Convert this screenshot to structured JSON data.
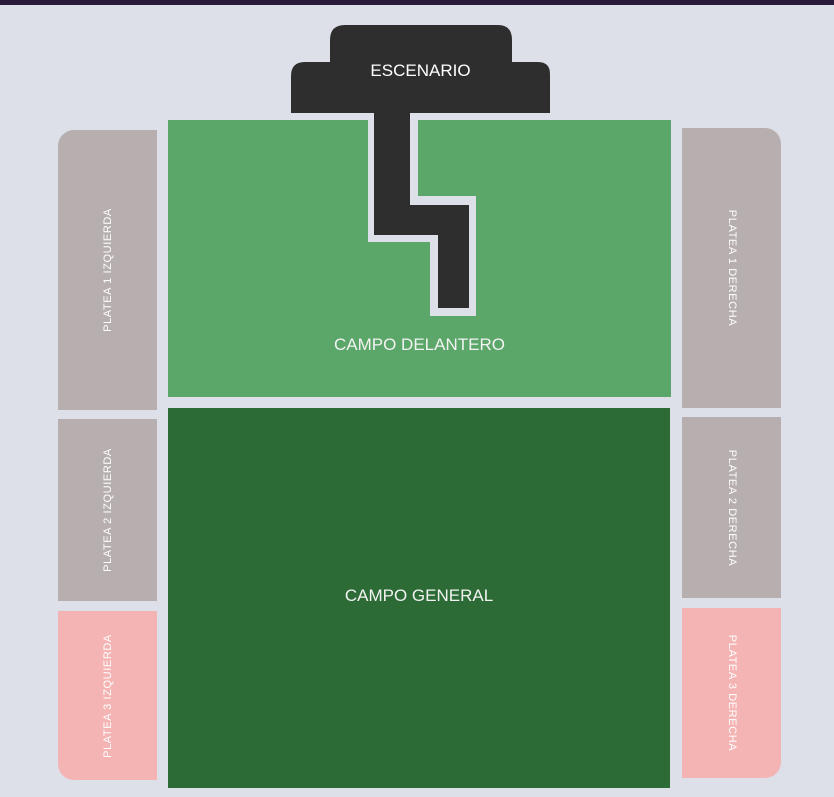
{
  "colors": {
    "background": "#dde0e8",
    "topbar": "#2a1b3d",
    "stage": "#2e2e2e",
    "campo_delantero": "#5ba669",
    "campo_general": "#2c6b36",
    "platea_gray": "#b7afaf",
    "platea_pink": "#f4b4b4"
  },
  "stage": {
    "label": "ESCENARIO"
  },
  "fields": {
    "front": {
      "label": "CAMPO DELANTERO"
    },
    "general": {
      "label": "CAMPO GENERAL"
    }
  },
  "plateas": {
    "left_1": {
      "label": "PLATEA 1 IZQUIERDA"
    },
    "left_2": {
      "label": "PLATEA 2 IZQUIERDA"
    },
    "left_3": {
      "label": "PLATEA 3 IZQUIERDA"
    },
    "right_1": {
      "label": "PLATEA 1 DERECHA"
    },
    "right_2": {
      "label": "PLATEA 2 DERECHA"
    },
    "right_3": {
      "label": "PLATEA 3 DERECHA"
    }
  }
}
